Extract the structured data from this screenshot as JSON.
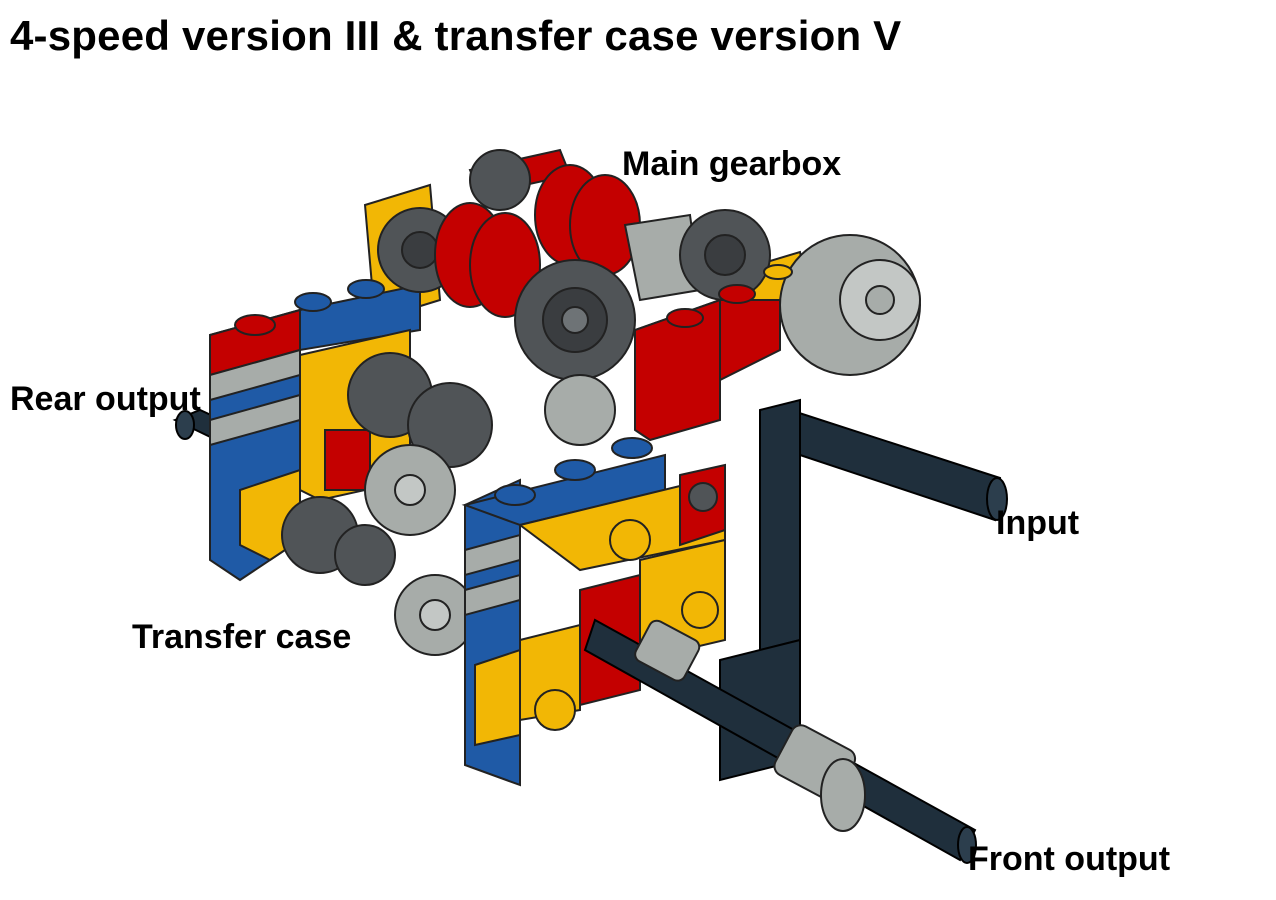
{
  "title": "4-speed version III & transfer case version V",
  "labels": {
    "main_gearbox": "Main gearbox",
    "rear_output": "Rear output",
    "input": "Input",
    "transfer_case": "Transfer case",
    "front_output": "Front output"
  },
  "colors": {
    "blue": "#1f5aa6",
    "red": "#c40000",
    "yellow": "#f2b705",
    "light_gray": "#a7aca9",
    "dark_gray": "#505457",
    "axle": "#1f2f3c"
  }
}
